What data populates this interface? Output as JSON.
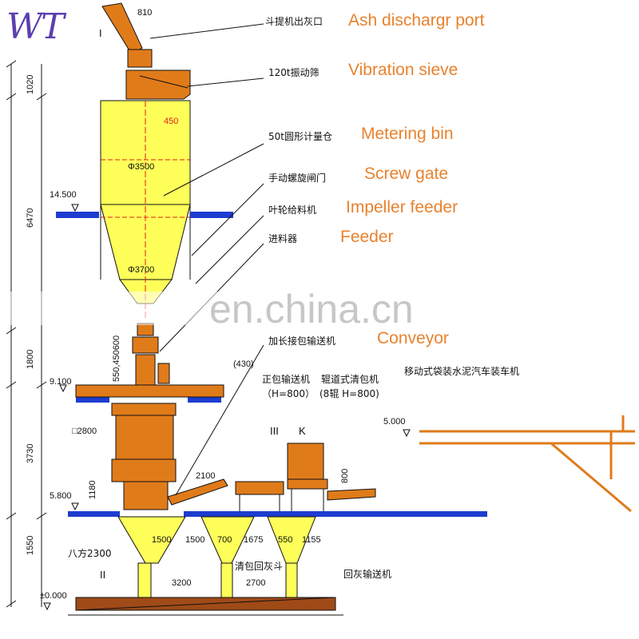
{
  "logo": "WT",
  "watermark": "en.china.cn",
  "labels_en": {
    "ash_port": "Ash dischargr port",
    "vibration_sieve": "Vibration sieve",
    "metering_bin": "Metering bin",
    "screw_gate": "Screw gate",
    "impeller_feeder": "Impeller feeder",
    "feeder": "Feeder",
    "conveyor": "Conveyor"
  },
  "labels_cn": {
    "ash_port": "斗提机出灰口",
    "vibration_sieve": "120t振动筛",
    "metering_bin": "50t圆形计量仓",
    "screw_gate": "手动螺旋闸门",
    "impeller_feeder": "叶轮给料机",
    "feeder": "进料器",
    "conveyor": "加长接包输送机",
    "bag_conveyor": "正包输送机",
    "bag_conveyor_h": "（H=800）",
    "roller_cleaner": "辊道式清包机",
    "roller_cleaner_h": "(8辊 H=800)",
    "truck_loader": "移动式袋装水泥汽车装车机",
    "ash_return_hopper": "清包回灰斗",
    "ash_return_conveyor": "回灰输送机",
    "octagon": "八方2300"
  },
  "dimensions": {
    "d810": "810",
    "d1020": "1020",
    "d6470": "6470",
    "d1800": "1800",
    "d3730": "3730",
    "d1550": "1550",
    "d450": "450",
    "phi3500": "Φ3500",
    "phi3700": "Φ3700",
    "d550_450_600": "550,450600",
    "d430": "(430)",
    "box2800": "□2800",
    "d1180": "1180",
    "d2100": "2100",
    "d800": "800",
    "d1500a": "1500",
    "d1500b": "1500",
    "d700": "700",
    "d1675": "1675",
    "d550": "550",
    "d1155": "1155",
    "d3200": "3200",
    "d2700": "2700"
  },
  "levels": {
    "l14500": "14.500",
    "l9100": "9.100",
    "l5800": "5.800",
    "l5000": "5.000",
    "l0000": "±0.000"
  },
  "marks": {
    "I": "I",
    "II": "II",
    "III": "III",
    "K": "K"
  },
  "colors": {
    "silo_yellow": "#ffff5a",
    "equipment_orange": "#e07b1a",
    "beam_blue": "#1e3ccf",
    "leader_red": "#e0201a",
    "screw_brown": "#a04a18",
    "label_orange": "#e8822e"
  }
}
